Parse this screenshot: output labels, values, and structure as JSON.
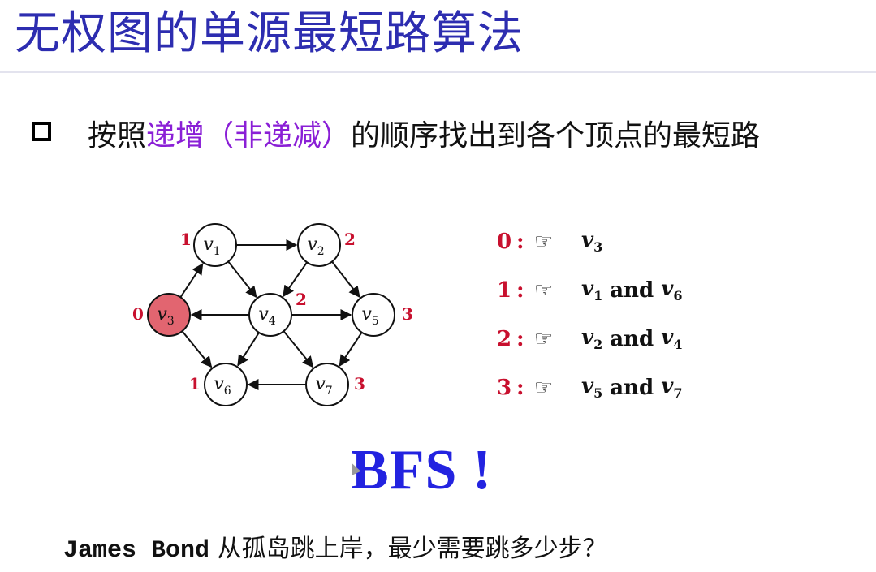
{
  "title": "无权图的单源最短路算法",
  "bullet": {
    "text_before": "按照",
    "text_accent": "递增（非递减）",
    "text_after": "的顺序找出到各个顶点的最短路"
  },
  "graph": {
    "nodes": [
      {
        "id": "v1",
        "label": "v",
        "sub": "1",
        "dist": "1",
        "highlight": false
      },
      {
        "id": "v2",
        "label": "v",
        "sub": "2",
        "dist": "2",
        "highlight": false
      },
      {
        "id": "v3",
        "label": "v",
        "sub": "3",
        "dist": "0",
        "highlight": true
      },
      {
        "id": "v4",
        "label": "v",
        "sub": "4",
        "dist": "2",
        "highlight": false
      },
      {
        "id": "v5",
        "label": "v",
        "sub": "5",
        "dist": "3",
        "highlight": false
      },
      {
        "id": "v6",
        "label": "v",
        "sub": "6",
        "dist": "1",
        "highlight": false
      },
      {
        "id": "v7",
        "label": "v",
        "sub": "7",
        "dist": "3",
        "highlight": false
      }
    ],
    "edges": [
      [
        "v1",
        "v2"
      ],
      [
        "v3",
        "v1"
      ],
      [
        "v1",
        "v4"
      ],
      [
        "v2",
        "v4"
      ],
      [
        "v2",
        "v5"
      ],
      [
        "v4",
        "v3"
      ],
      [
        "v4",
        "v5"
      ],
      [
        "v3",
        "v6"
      ],
      [
        "v4",
        "v6"
      ],
      [
        "v4",
        "v7"
      ],
      [
        "v5",
        "v7"
      ],
      [
        "v7",
        "v6"
      ]
    ],
    "colors": {
      "highlight_fill": "#e26570",
      "dist_label": "#c8102e",
      "node_stroke": "#111111"
    }
  },
  "legend": [
    {
      "num": "0",
      "colon": ":",
      "verts": [
        {
          "v": "v",
          "sub": "3"
        }
      ]
    },
    {
      "num": "1",
      "colon": ":",
      "verts": [
        {
          "v": "v",
          "sub": "1"
        },
        {
          "v": "v",
          "sub": "6"
        }
      ]
    },
    {
      "num": "2",
      "colon": ":",
      "verts": [
        {
          "v": "v",
          "sub": "2"
        },
        {
          "v": "v",
          "sub": "4"
        }
      ]
    },
    {
      "num": "3",
      "colon": ":",
      "verts": [
        {
          "v": "v",
          "sub": "5"
        },
        {
          "v": "v",
          "sub": "7"
        }
      ]
    }
  ],
  "legend_hand": "☞",
  "legend_and": "and",
  "bfs": "BFS !",
  "bottom": {
    "mono": "James Bond",
    "cjk": " 从孤岛跳上岸，最少需要跳多少步？"
  }
}
